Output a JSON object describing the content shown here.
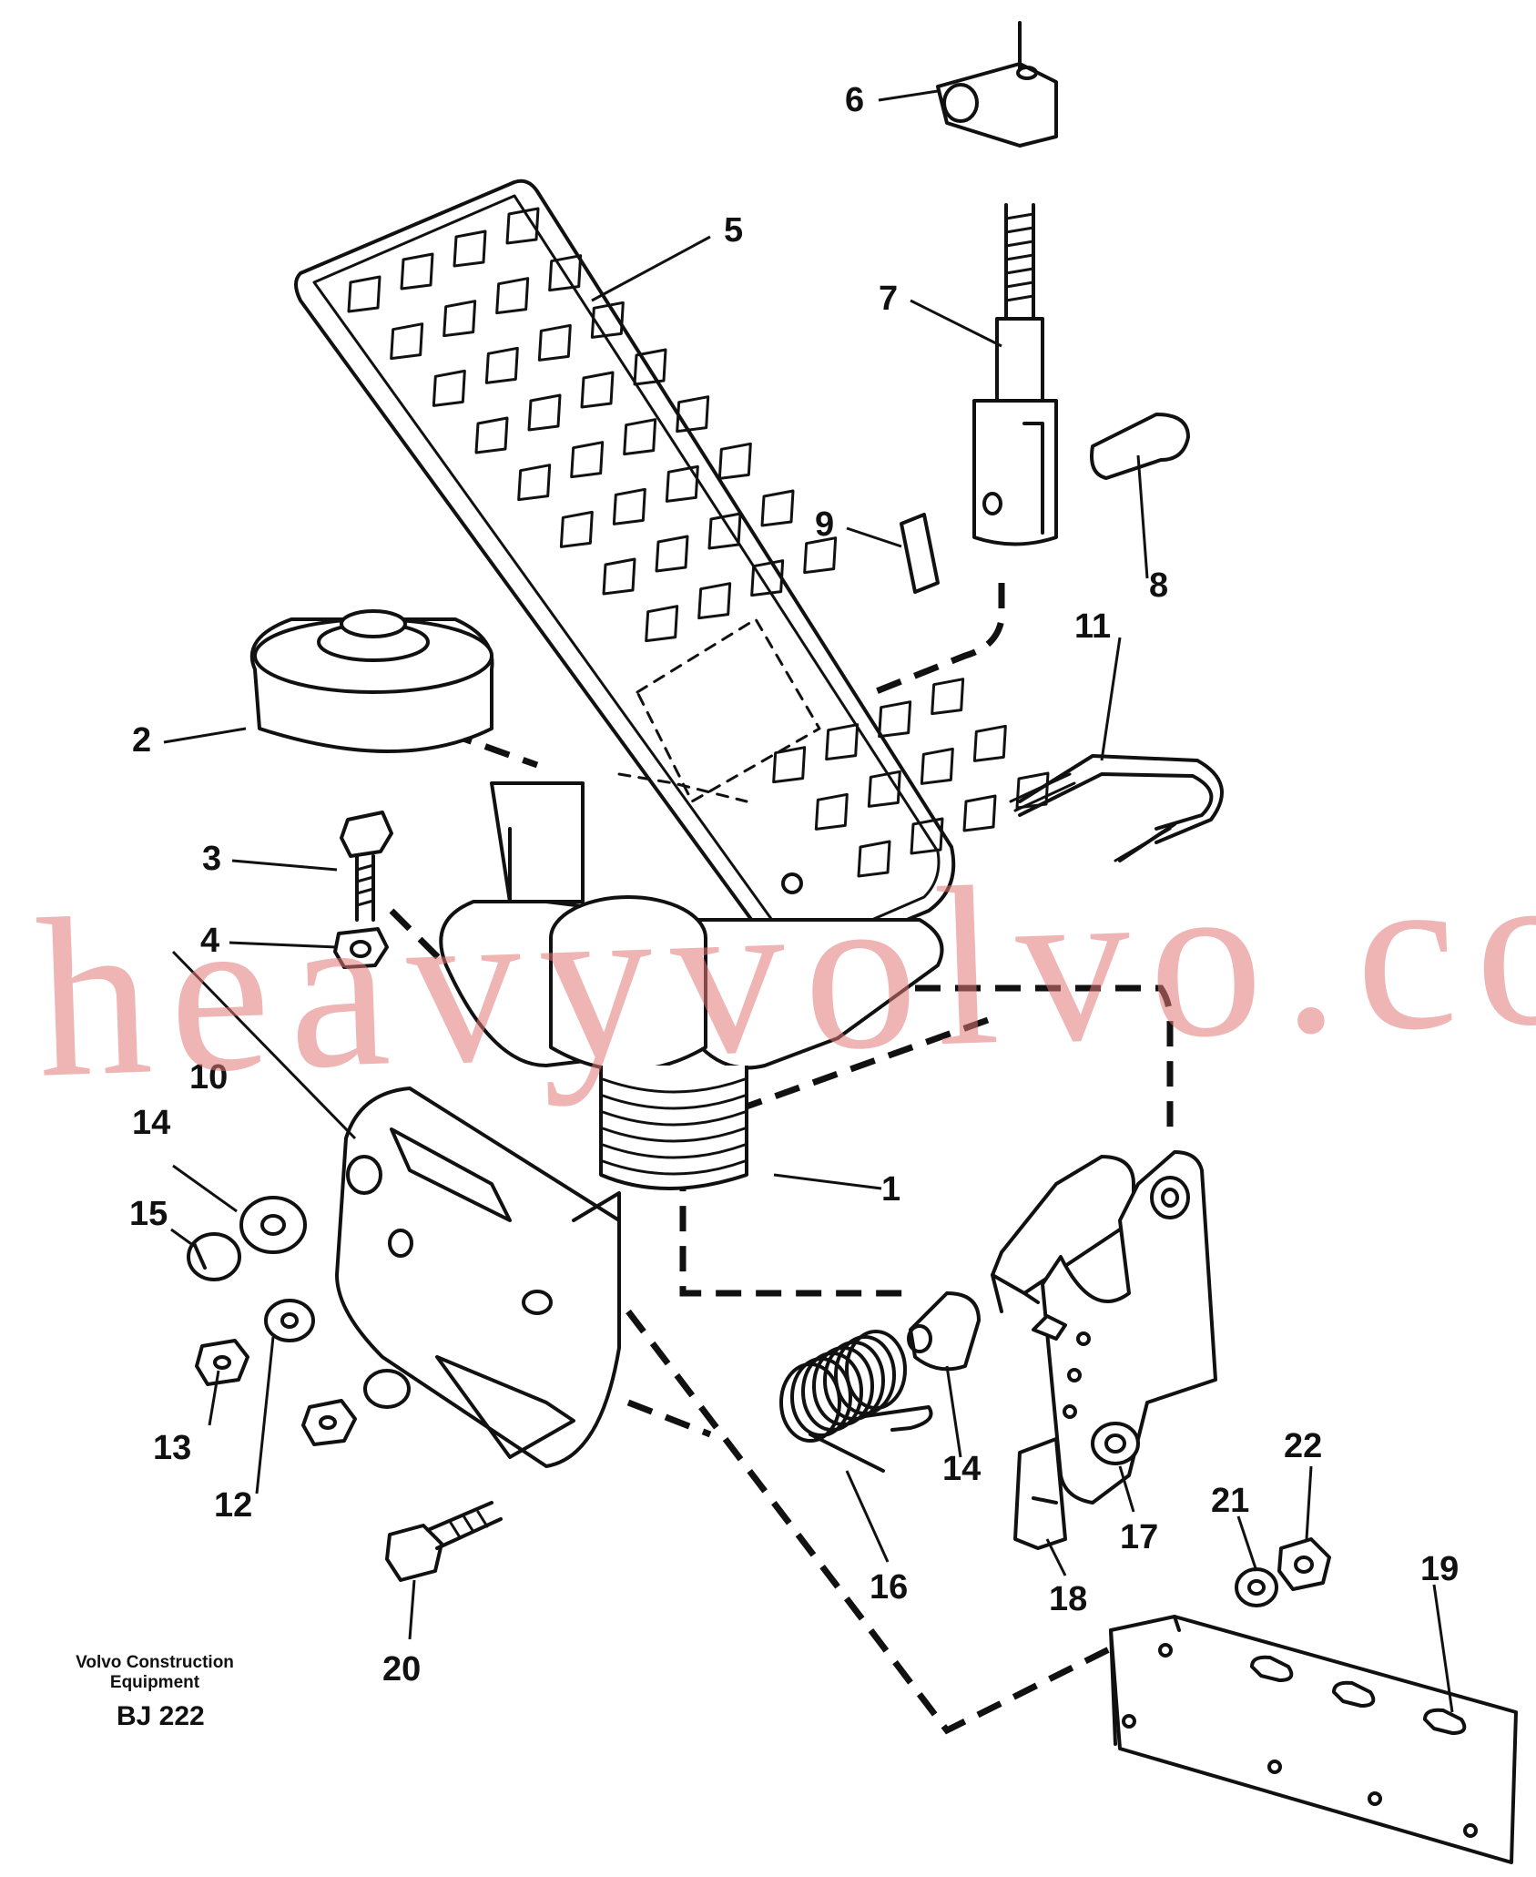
{
  "diagram": {
    "callouts": {
      "c1": "1",
      "c2": "2",
      "c3": "3",
      "c4": "4",
      "c5": "5",
      "c6": "6",
      "c7": "7",
      "c8": "8",
      "c9": "9",
      "c10": "10",
      "c11": "11",
      "c12": "12",
      "c13": "13",
      "c14a": "14",
      "c14b": "14",
      "c15": "15",
      "c16": "16",
      "c17": "17",
      "c18": "18",
      "c19": "19",
      "c20": "20",
      "c21": "21",
      "c22": "22"
    },
    "caption_line1": "Volvo Construction",
    "caption_line2": "Equipment",
    "drawing_code": "BJ 222",
    "watermark": "heavyvolvo.com"
  }
}
